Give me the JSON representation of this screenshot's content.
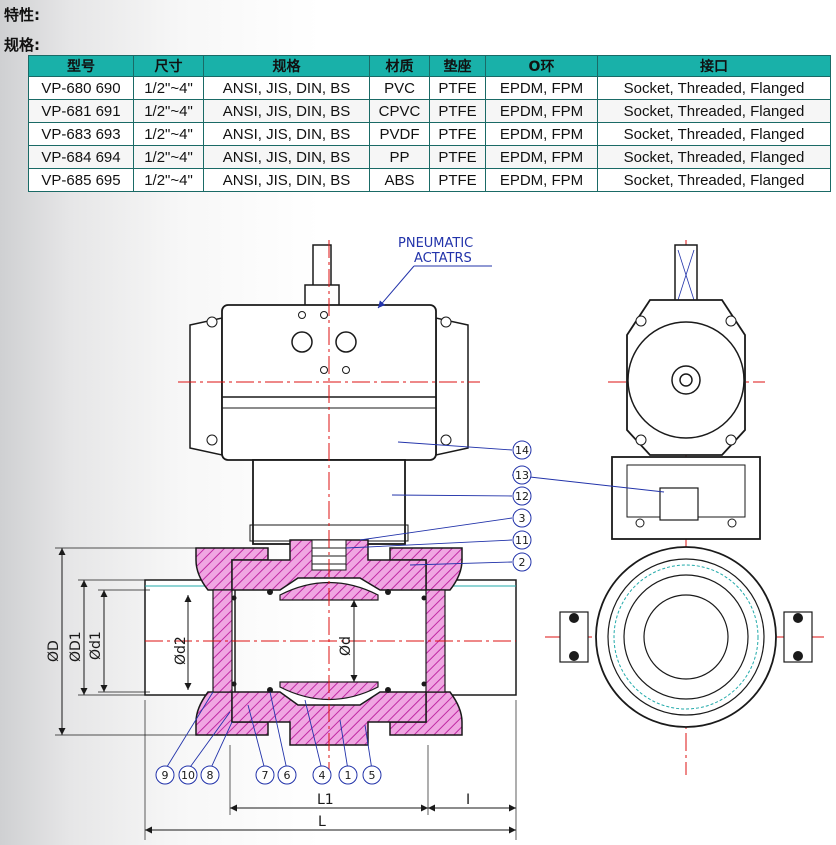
{
  "headings": {
    "features": "特性:",
    "specs": "规格:"
  },
  "table": {
    "columns": [
      "型号",
      "尺寸",
      "规格",
      "材质",
      "垫座",
      "O环",
      "接口"
    ],
    "rows": [
      [
        "VP-680 690",
        "1/2\"~4\"",
        "ANSI, JIS, DIN, BS",
        "PVC",
        "PTFE",
        "EPDM, FPM",
        "Socket, Threaded, Flanged"
      ],
      [
        "VP-681 691",
        "1/2\"~4\"",
        "ANSI, JIS, DIN, BS",
        "CPVC",
        "PTFE",
        "EPDM, FPM",
        "Socket, Threaded, Flanged"
      ],
      [
        "VP-683 693",
        "1/2\"~4\"",
        "ANSI, JIS, DIN, BS",
        "PVDF",
        "PTFE",
        "EPDM, FPM",
        "Socket, Threaded, Flanged"
      ],
      [
        "VP-684 694",
        "1/2\"~4\"",
        "ANSI, JIS, DIN, BS",
        "PP",
        "PTFE",
        "EPDM, FPM",
        "Socket, Threaded, Flanged"
      ],
      [
        "VP-685 695",
        "1/2\"~4\"",
        "ANSI, JIS, DIN, BS",
        "ABS",
        "PTFE",
        "EPDM, FPM",
        "Socket, Threaded, Flanged"
      ]
    ]
  },
  "drawing": {
    "title_line1": "PNEUMATIC",
    "title_line2": "ACTATRS",
    "dimensions": {
      "D": "ØD",
      "D1": "ØD1",
      "d1": "Ød1",
      "d2": "Ød2",
      "d": "Ød",
      "L1": "L1",
      "L": "L",
      "I": "I"
    },
    "callouts": {
      "c14": "14",
      "c13": "13",
      "c12": "12",
      "c3": "3",
      "c11": "11",
      "c2": "2",
      "c9": "9",
      "c10": "10",
      "c8": "8",
      "c7": "7",
      "c6": "6",
      "c4": "4",
      "c1": "1",
      "c5": "5"
    },
    "colors": {
      "hatch": "#e066c4",
      "line": "#1a1a1a",
      "center": "#d11",
      "note": "#2233aa"
    }
  }
}
